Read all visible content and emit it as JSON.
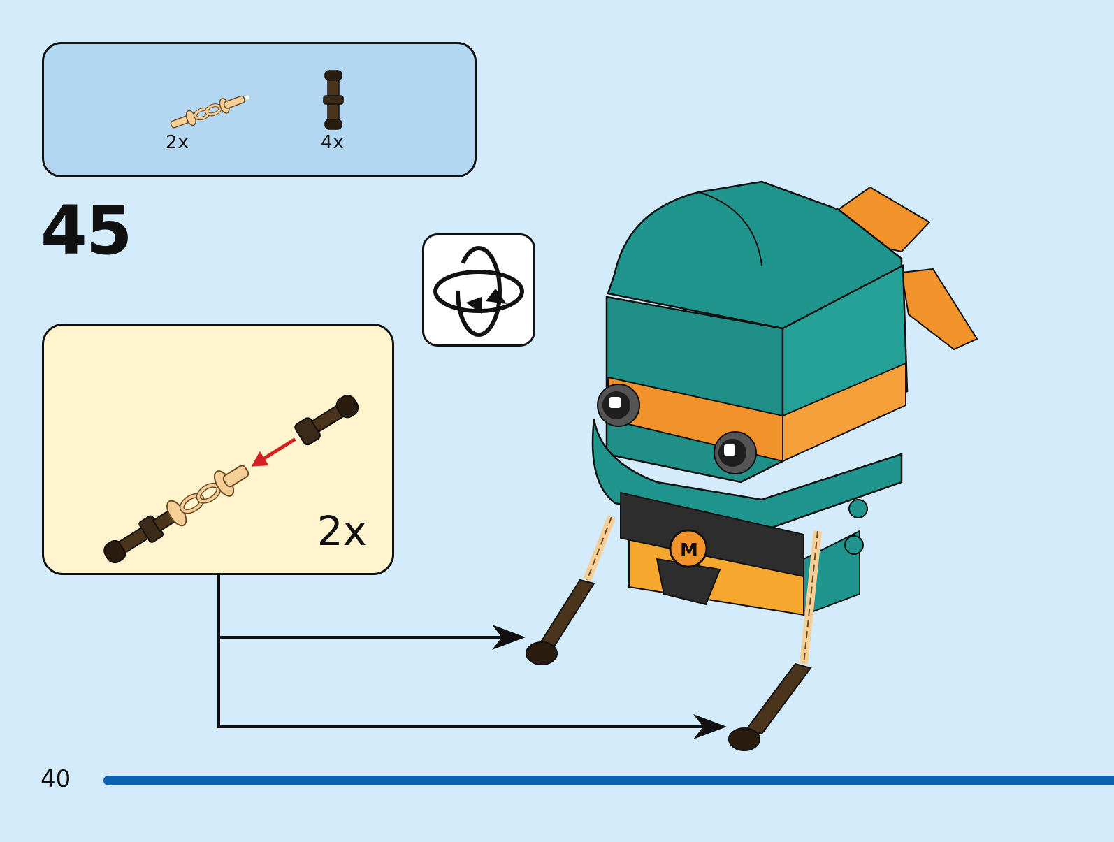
{
  "parts_list": {
    "items": [
      {
        "name": "chain-link-with-studs",
        "quantity": "2x",
        "color": "#f5cf96"
      },
      {
        "name": "dark-brown-bar-holder",
        "quantity": "4x",
        "color": "#3b2a18"
      }
    ]
  },
  "step": {
    "number": "45"
  },
  "sub_assembly": {
    "quantity": "2x"
  },
  "icons": {
    "rotate": "rotate-model-icon"
  },
  "page": {
    "number": "40",
    "bar_color": "#0a62b0"
  },
  "colors": {
    "background": "#d3ebfb",
    "parts_box": "#b3d7f1",
    "sub_box": "#fff4cd",
    "teal": "#20958d",
    "orange": "#f2922b",
    "tan": "#f5cf96",
    "dark_brown": "#3b2a18",
    "arrow_red": "#d42020"
  }
}
